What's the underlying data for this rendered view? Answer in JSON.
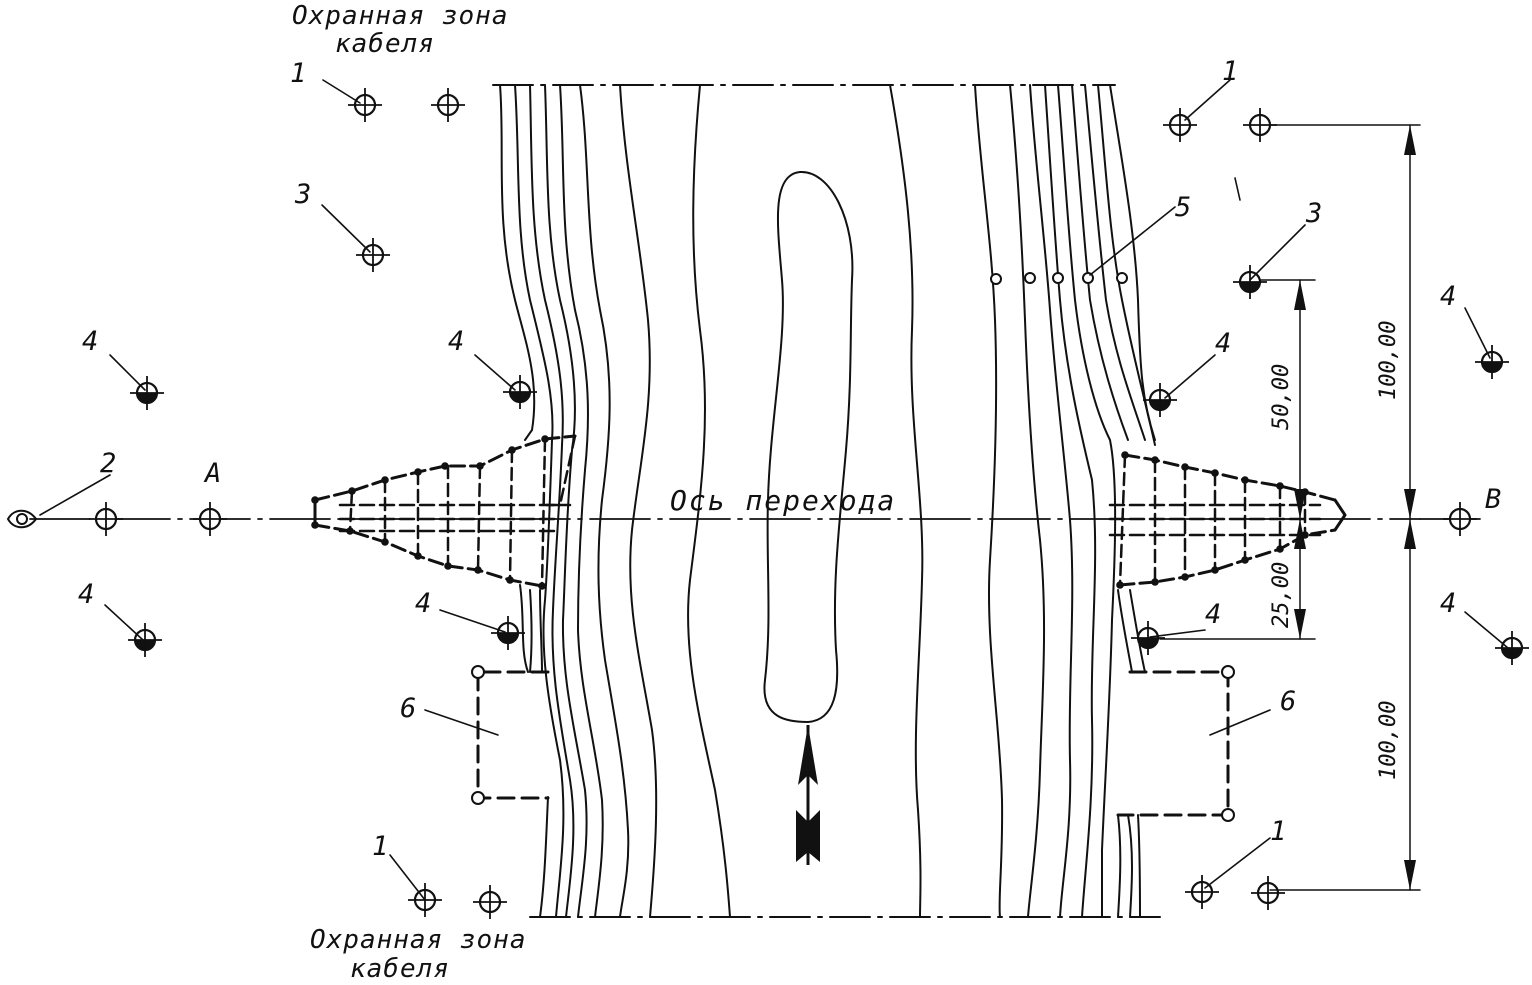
{
  "labels": {
    "zone_top_line1": "Охранная зона",
    "zone_top_line2": "кабеля",
    "zone_bottom_line1": "Охранная зона",
    "zone_bottom_line2": "кабеля",
    "axis": "Ось перехода",
    "point_a": "А",
    "point_b": "В"
  },
  "callouts": {
    "n1_top_left": "1",
    "n1_top_right": "1",
    "n1_bottom_left": "1",
    "n1_bottom_right": "1",
    "n2": "2",
    "n3_left": "3",
    "n3_right": "3",
    "n4_far_left_top": "4",
    "n4_far_left_bottom": "4",
    "n4_left_top": "4",
    "n4_left_bottom": "4",
    "n4_right_top": "4",
    "n4_right_bottom": "4",
    "n4_far_right_top": "4",
    "n4_far_right_bottom": "4",
    "n5": "5",
    "n6_left": "6",
    "n6_right": "6"
  },
  "dimensions": {
    "d100_top": "100,00",
    "d100_bottom": "100,00",
    "d50": "50,00",
    "d25": "25,00"
  },
  "colors": {
    "ink": "#111111",
    "paper": "#ffffff"
  }
}
